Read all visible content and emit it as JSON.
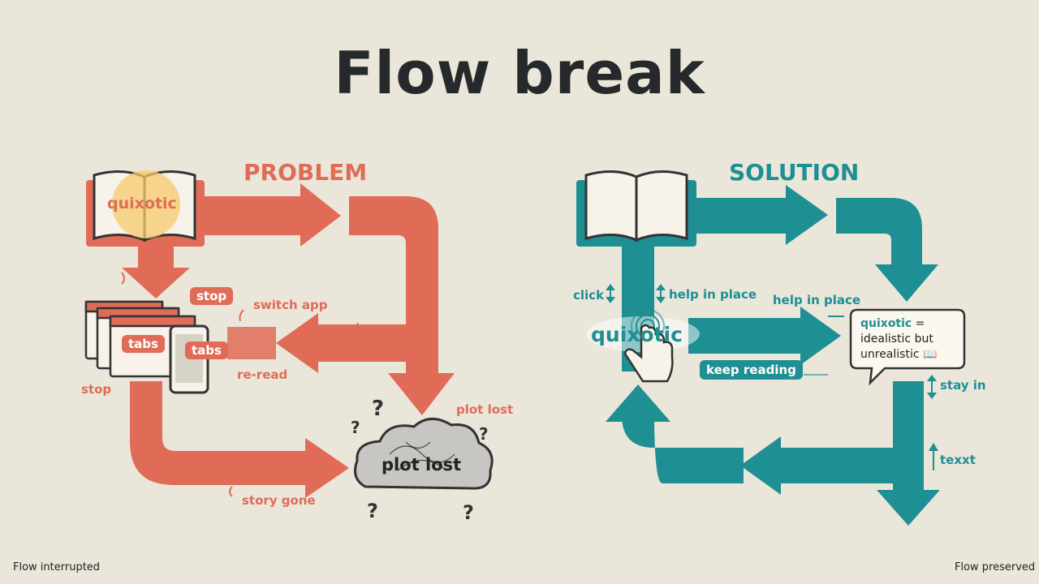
{
  "title": "Flow break",
  "problem": {
    "heading": "PROBLEM",
    "word": "quixotic",
    "labels": {
      "stop_top": "stop",
      "switch_app": "switch app",
      "tabs_window": "tabs",
      "tabs_phone": "tabs",
      "re_read": "re-read",
      "stop_left": "stop",
      "plot_lost_label": "plot lost",
      "plot_lost_cloud": "plot lost",
      "story_gone": "story gone"
    },
    "footer": "Flow interrupted"
  },
  "solution": {
    "heading": "SOLUTION",
    "word": "quixotic",
    "labels": {
      "click": "click",
      "help_in_place_left": "help in place",
      "help_in_place_right": "help in place",
      "keep_reading": "keep reading",
      "stay_in": "stay in",
      "texxt": "texxt"
    },
    "definition": {
      "term": "quixotic",
      "line1": "idealistic but",
      "line2": "unrealistic"
    },
    "footer": "Flow preserved"
  },
  "colors": {
    "background": "#ebe6da",
    "problem": "#e06c57",
    "solution": "#1e8f93",
    "title": "#26292b"
  },
  "icons": [
    "book-icon",
    "browser-window-icon",
    "phone-icon",
    "tangled-cloud-icon",
    "question-mark-icon",
    "pointer-hand-icon",
    "speech-bubble-icon",
    "up-down-arrow-icon"
  ]
}
